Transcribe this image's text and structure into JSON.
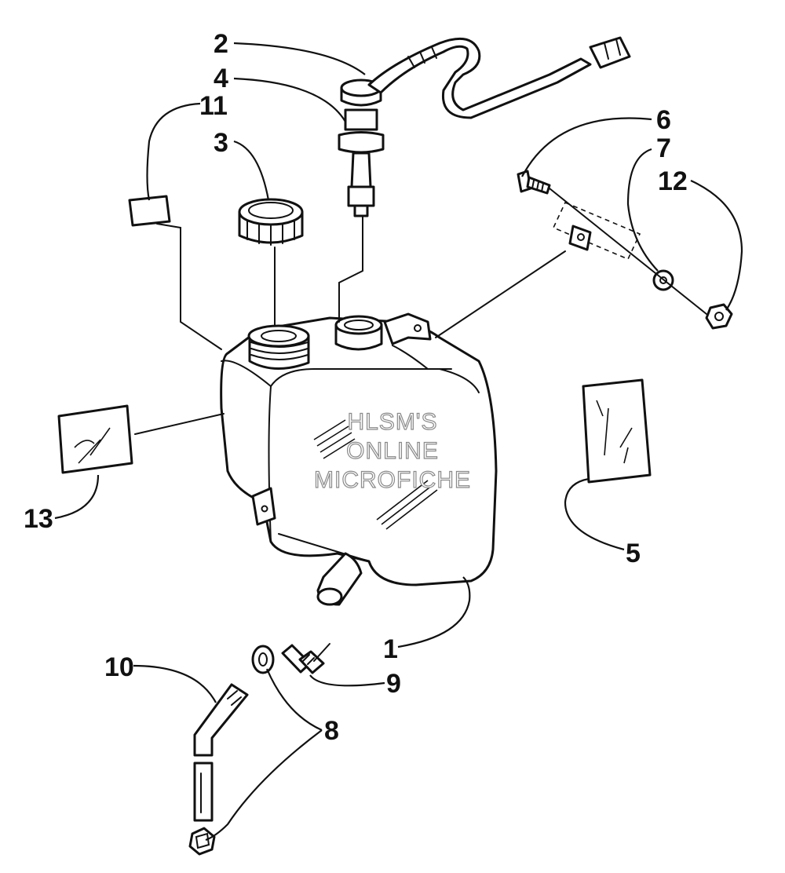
{
  "watermark": {
    "line1": "HLSM'S",
    "line2": "ONLINE",
    "line3": "MICROFICHE"
  },
  "callouts": {
    "c1": "1",
    "c2": "2",
    "c3": "3",
    "c4": "4",
    "c5": "5",
    "c6": "6",
    "c7": "7",
    "c8": "8",
    "c9": "9",
    "c10": "10",
    "c11": "11",
    "c12": "12",
    "c13": "13"
  }
}
